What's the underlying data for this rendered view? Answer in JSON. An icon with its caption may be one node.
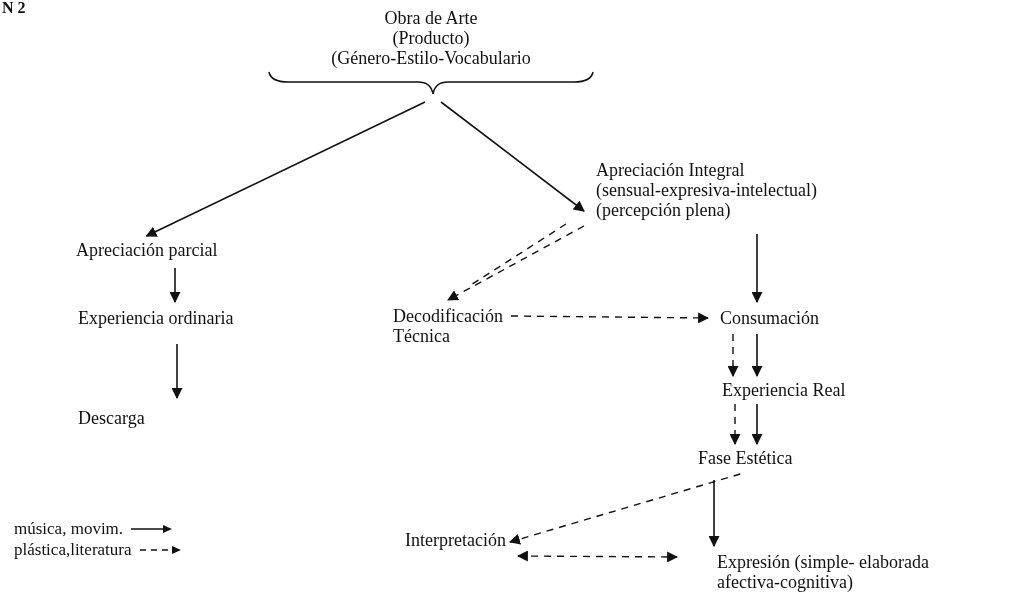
{
  "diagram": {
    "nodes": [
      {
        "text": [
          "Obra de Arte",
          "(Producto)",
          "(Género-Estilo-Vocabulario"
        ]
      },
      {
        "text": [
          "Apreciación parcial"
        ]
      },
      {
        "text": [
          "Apreciación Integral",
          "(sensual-expresiva-intelectual)",
          "(percepción plena)"
        ]
      },
      {
        "text": [
          "Experiencia ordinaria"
        ]
      },
      {
        "text": [
          "Decodificación Técnica"
        ]
      },
      {
        "text": [
          "Consumación"
        ]
      },
      {
        "text": [
          "Descarga"
        ]
      },
      {
        "text": [
          "Experiencia Real"
        ]
      },
      {
        "text": [
          "Fase Estética"
        ]
      },
      {
        "text": [
          "Interpretación"
        ]
      },
      {
        "text": [
          "Expresión (simple- elaborada afectiva-cognitiva)"
        ]
      }
    ],
    "edges": [
      {
        "from": 0,
        "to": 1,
        "arrow": "to"
      },
      {
        "from": 0,
        "to": 2,
        "arrow": "to"
      },
      {
        "from": 1,
        "to": 3,
        "arrow": "to"
      },
      {
        "from": 3,
        "to": 6,
        "arrow": "to"
      },
      {
        "from": 2,
        "to": 4,
        "arrow": "to",
        "style": "dashed"
      },
      {
        "from": 2,
        "to": 4,
        "arrow": "none",
        "style": "dashed"
      },
      {
        "from": 2,
        "to": 5,
        "arrow": "to"
      },
      {
        "from": 4,
        "to": 5,
        "arrow": "to",
        "style": "dashed"
      },
      {
        "from": 5,
        "to": 7,
        "arrow": "to",
        "style": "dashed"
      },
      {
        "from": 5,
        "to": 7,
        "arrow": "to"
      },
      {
        "from": 7,
        "to": 8,
        "arrow": "to",
        "style": "dashed"
      },
      {
        "from": 7,
        "to": 8,
        "arrow": "to"
      },
      {
        "from": 8,
        "to": 9,
        "arrow": "to",
        "style": "dashed"
      },
      {
        "from": 8,
        "to": 10,
        "arrow": "to"
      },
      {
        "from": 9,
        "to": 10,
        "arrow": "both",
        "style": "dashed"
      }
    ],
    "labels": [
      "N 2"
    ],
    "legend": [
      {
        "text": "música, movim."
      },
      {
        "text": "plástica,literatura"
      }
    ]
  }
}
